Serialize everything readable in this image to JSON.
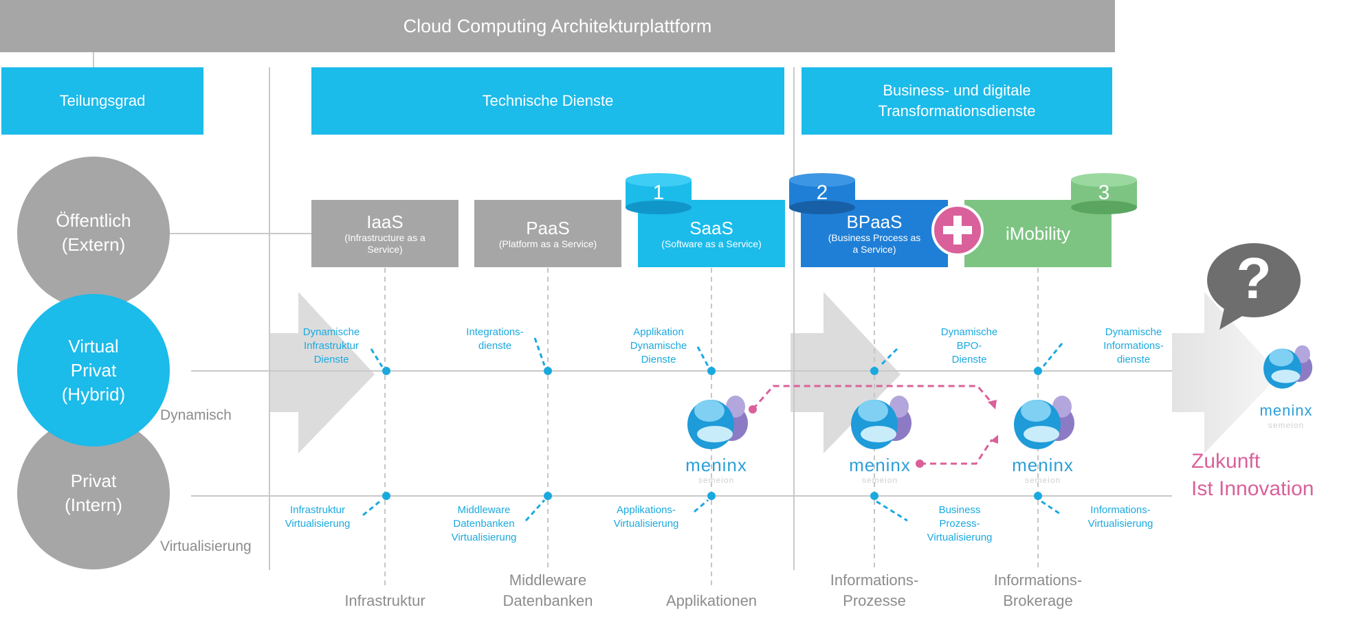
{
  "header": {
    "title": "Cloud Computing Architekturplattform"
  },
  "categories": {
    "teilungsgrad": "Teilungsgrad",
    "technische": "Technische Dienste",
    "business_line1": "Business- und digitale",
    "business_line2": "Transformationsdienste"
  },
  "circles": {
    "oeffentlich": [
      "Öffentlich",
      "(Extern)"
    ],
    "virtual": [
      "Virtual",
      "Privat",
      "(Hybrid)"
    ],
    "privat": [
      "Privat",
      "(Intern)"
    ]
  },
  "side_labels": {
    "dynamisch": "Dynamisch",
    "virtualisierung": "Virtualisierung"
  },
  "services": {
    "iaas": {
      "title": "IaaS",
      "sub1": "(Infrastructure as a",
      "sub2": "Service)"
    },
    "paas": {
      "title": "PaaS",
      "sub1": "(Platform as a Service)"
    },
    "saas": {
      "title": "SaaS",
      "sub1": "(Software as a Service)"
    },
    "bpaas": {
      "title": "BPaaS",
      "sub1": "(Business Process as",
      "sub2": "a Service)"
    },
    "imobility": {
      "title": "iMobility"
    }
  },
  "badges": {
    "b1": "1",
    "b2": "2",
    "b3": "3"
  },
  "dynamic_labels": {
    "d1": [
      "Dynamische",
      "Infrastruktur",
      "Dienste"
    ],
    "d2": [
      "Integrations-",
      "dienste"
    ],
    "d3": [
      "Applikation",
      "Dynamische",
      "Dienste"
    ],
    "d4": [
      "Dynamische",
      "BPO-",
      "Dienste"
    ],
    "d5": [
      "Dynamische",
      "Informations-",
      "dienste"
    ]
  },
  "virt_labels": {
    "v1": [
      "Infrastruktur",
      "Virtualisierung"
    ],
    "v2": [
      "Middleware",
      "Datenbanken",
      "Virtualisierung"
    ],
    "v3": [
      "Applikations-",
      "Virtualisierung"
    ],
    "v4": [
      "Business",
      "Prozess-",
      "Virtualisierung"
    ],
    "v5": [
      "Informations-",
      "Virtualisierung"
    ]
  },
  "bottom_labels": {
    "b1": [
      "Infrastruktur"
    ],
    "b2": [
      "Middleware",
      "Datenbanken"
    ],
    "b3": [
      "Applikationen"
    ],
    "b4": [
      "Informations-",
      "Prozesse"
    ],
    "b5": [
      "Informations-",
      "Brokerage"
    ]
  },
  "logo": {
    "name": "meninx",
    "sub": "semeion"
  },
  "future": {
    "line1": "Zukunft",
    "line2": "Ist Innovation"
  },
  "question_mark": "?",
  "colors": {
    "gray": "#a6a6a6",
    "blue": "#1bbbea",
    "dark_blue": "#1f7fd6",
    "green": "#7dc482",
    "pink": "#d9609a",
    "text_blue": "#1aa9df"
  }
}
